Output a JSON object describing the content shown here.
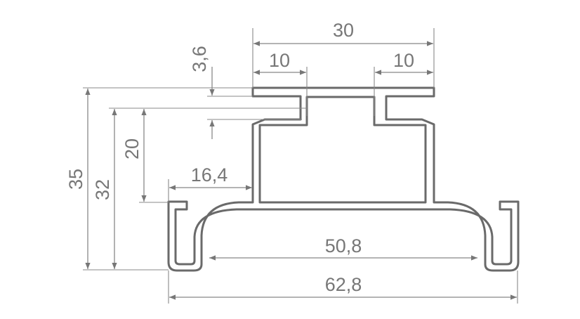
{
  "title": "Aluminium profile cross-section with dimensions",
  "colors": {
    "profile": "#6a6a6a",
    "dimension": "#888888"
  },
  "dimensions": {
    "top_width": "30",
    "top_left_slot": "10",
    "top_right_slot": "10",
    "slot_height": "3,6",
    "total_height": "35",
    "height_32": "32",
    "box_height": "20",
    "side_offset": "16,4",
    "inner_width": "50,8",
    "total_width": "62,8"
  }
}
